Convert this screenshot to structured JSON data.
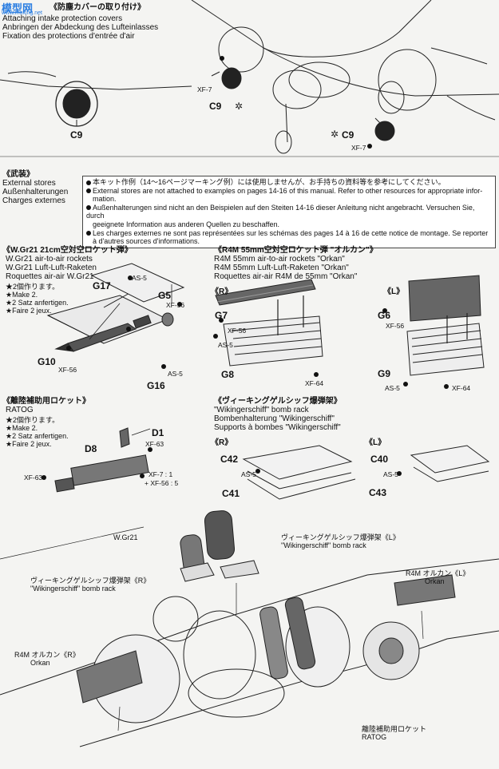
{
  "watermark": {
    "logo": "模型网",
    "url": "www.moxing.net"
  },
  "sec1": {
    "jp": "《防塵カバーの取り付け》",
    "en": "Attaching intake protection covers",
    "de": "Anbringen der Abdeckung des Lufteinlasses",
    "fr": "Fixation des protections d'entrée d'air"
  },
  "sec1_labels": {
    "c9": "C9",
    "xf7": "XF-7"
  },
  "sec2": {
    "jp": "《武装》",
    "en": "External stores",
    "de": "Außenhalterungen",
    "fr": "Charges externes"
  },
  "notice": [
    "本キット作例（14〜16ページマーキング例）には使用しませんが、お手持ちの資料等を参考にしてください。",
    "External stores are not attached to examples on pages 14-16 of this manual. Refer to other resources for appropriate infor-",
    "mation.",
    "Außenhalterungen sind nicht an den Beispielen auf den Steiten 14-16 dieser Anleitung nicht angebracht. Versuchen Sie, durch",
    "geeignete Information aus anderen Quellen zu beschaffen.",
    "Les charges externes ne sont pas représentées sur les schémas des pages 14 à 16 de cette notice de montage. Se reporter",
    "à d'autres sources d'informations."
  ],
  "wgr": {
    "jp": "《W.Gr21 21cm空対空ロケット弾》",
    "en": "W.Gr21 air-to-air rockets",
    "de": "W.Gr21 Luft-Luft-Raketen",
    "fr": "Roquettes air-air W.Gr21",
    "make": [
      "★2個作ります。",
      "★Make 2.",
      "★2 Satz anfertigen.",
      "★Faire 2 jeux."
    ],
    "parts": {
      "g17": "G17",
      "g5": "G5",
      "g10": "G10",
      "g16": "G16",
      "as5a": "AS-5",
      "xf56a": "XF-56",
      "xf56b": "XF-56",
      "as5b": "AS-5"
    }
  },
  "r4m": {
    "jp": "《R4M 55mm空対空ロケット弾 \"オルカン\"》",
    "en": "R4M 55mm air-to-air rockets \"Orkan\"",
    "de": "R4M 55mm Luft-Luft-Raketen \"Orkan\"",
    "fr": "Roquettes air-air R4M de 55mm \"Orkan\"",
    "r": "《R》",
    "l": "《L》",
    "parts": {
      "g7": "G7",
      "g8": "G8",
      "g6": "G6",
      "g9": "G9",
      "xf56a": "XF-56",
      "xf56b": "XF-56",
      "as5a": "AS-5",
      "xf64a": "XF-64",
      "as5b": "AS-5",
      "xf64b": "XF-64"
    }
  },
  "ratog": {
    "jp": "《離陸補助用ロケット》",
    "en": "RATOG",
    "make": [
      "★2個作ります。",
      "★Make 2.",
      "★2 Satz anfertigen.",
      "★Faire 2 jeux."
    ],
    "parts": {
      "d1": "D1",
      "d8": "D8",
      "xf63a": "XF-63",
      "xf63b": "XF-63",
      "mix1": "XF-7 : 1",
      "mix2": "+ XF-56 : 5"
    }
  },
  "wiking": {
    "jp": "《ヴィーキングゲルシッフ爆弾架》",
    "en": "\"Wikingerschiff\" bomb rack",
    "de": "Bombenhalterung \"Wikingerschiff\"",
    "fr": "Supports à bombes \"Wikingerschiff\"",
    "r": "《R》",
    "l": "《L》",
    "parts": {
      "c42": "C42",
      "c41": "C41",
      "c40": "C40",
      "c43": "C43",
      "as5a": "AS-5",
      "as5b": "AS-5"
    }
  },
  "overview": {
    "wgr21": "W.Gr21",
    "wiking_l_jp": "ヴィーキングゲルシッフ爆弾架《L》",
    "wiking_l_en": "\"Wikingerschiff\" bomb rack",
    "wiking_r_jp": "ヴィーキングゲルシッフ爆弾架《R》",
    "wiking_r_en": "\"Wikingerschiff\" bomb rack",
    "r4m_l_jp": "R4M オルカン《L》",
    "r4m_l_en": "Orkan",
    "r4m_r_jp": "R4M オルカン《R》",
    "r4m_r_en": "Orkan",
    "ratog_jp": "離陸補助用ロケット",
    "ratog_en": "RATOG"
  }
}
